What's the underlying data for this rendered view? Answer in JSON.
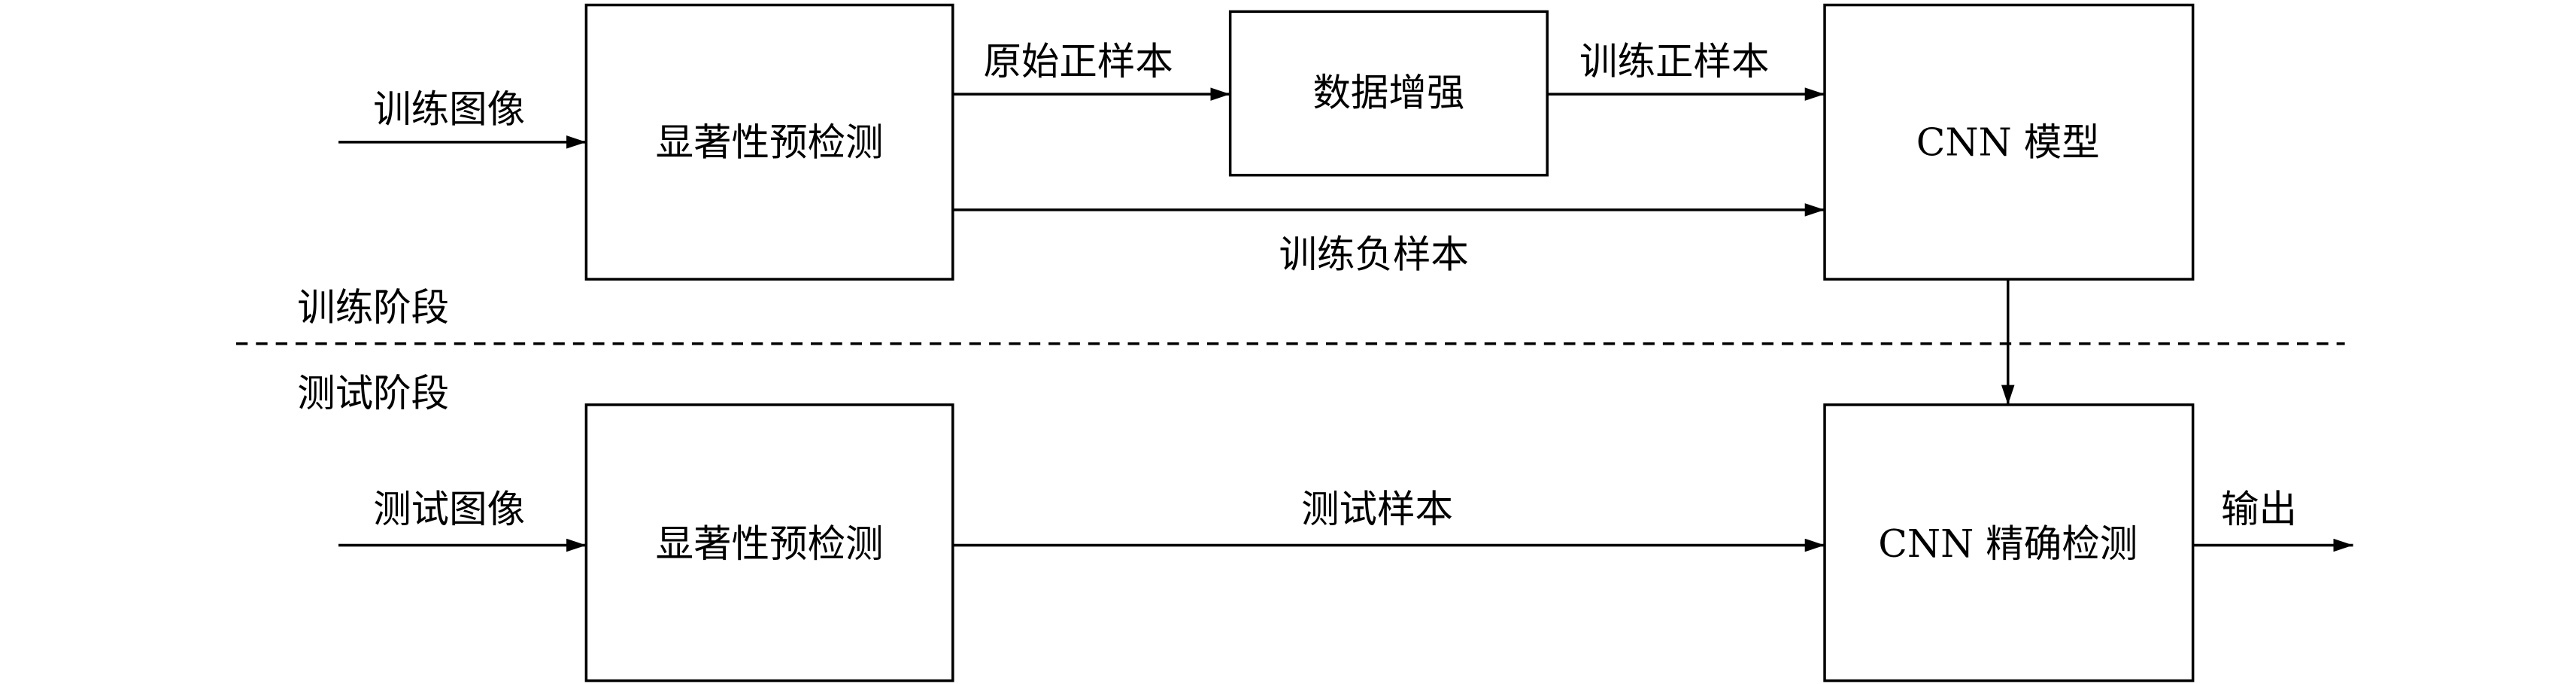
{
  "training": {
    "input_label": "训练图像",
    "saliency_box": "显著性预检测",
    "positive_label": "原始正样本",
    "augment_box": "数据增强",
    "train_positive_label": "训练正样本",
    "negative_label": "训练负样本",
    "model_box": "CNN 模型",
    "stage_label": "训练阶段"
  },
  "testing": {
    "stage_label": "测试阶段",
    "input_label": "测试图像",
    "saliency_box": "显著性预检测",
    "sample_label": "测试样本",
    "detect_box": "CNN 精确检测",
    "output_label": "输出"
  }
}
